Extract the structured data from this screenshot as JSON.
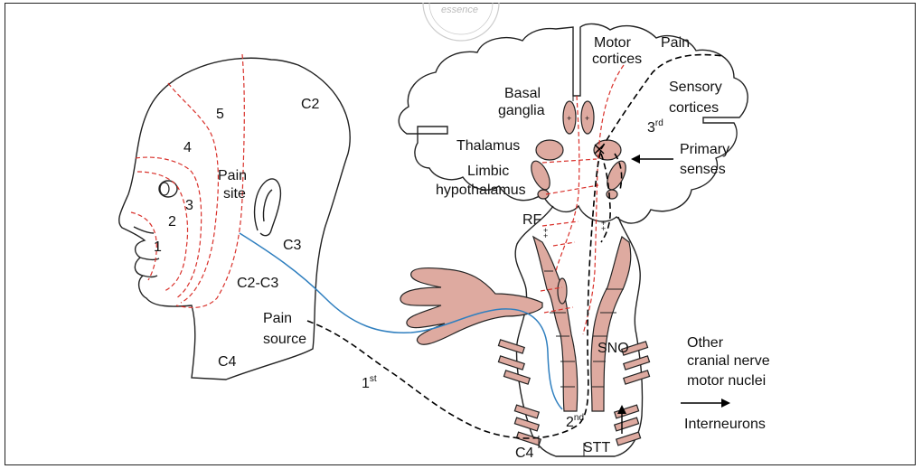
{
  "watermark": "essence",
  "colors": {
    "tissue": "#deaaa0",
    "pain_referral": "#d9312b",
    "afferent": "#2f7fbf",
    "pathway": "#000000"
  },
  "labels": {
    "motor": "Motor",
    "cortices_motor": "cortices",
    "pain_top": "Pain",
    "sensory": "Sensory",
    "cortices_sensory": "cortices",
    "basal": "Basal",
    "ganglia": "ganglia",
    "third": "3",
    "third_sup": "rd",
    "thalamus": "Thalamus",
    "primary": "Primary",
    "senses": "senses",
    "limbic": "Limbic",
    "hypothalamus": "hypothalamus",
    "rf": "RF",
    "c2_top": "C2",
    "dermatome_5": "5",
    "dermatome_4": "4",
    "dermatome_3": "3",
    "dermatome_2": "2",
    "dermatome_1": "1",
    "pain_site_1": "Pain",
    "pain_site_2": "site",
    "c3": "C3",
    "c2c3": "C2-C3",
    "pain_source_1": "Pain",
    "pain_source_2": "source",
    "c4_neck": "C4",
    "first": "1",
    "first_sup": "st",
    "second": "2",
    "second_sup": "nd",
    "sno": "SNO",
    "c4_bottom": "C4",
    "stt": "STT",
    "other_1": "Other",
    "other_2": "cranial nerve",
    "other_3": "motor nuclei",
    "interneurons": "Interneurons"
  }
}
